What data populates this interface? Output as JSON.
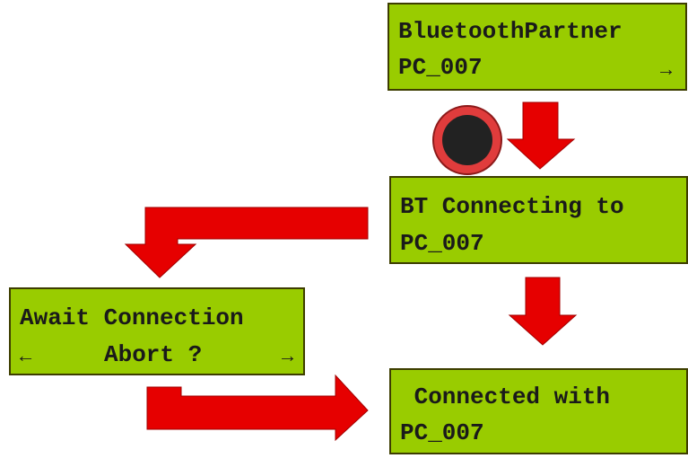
{
  "colors": {
    "lcd_background": "#99cc00",
    "lcd_border": "#3d3d00",
    "arrow_fill": "#e60000",
    "arrow_stroke": "#a00000",
    "button_ring": "#e03c3c",
    "button_core": "#222222"
  },
  "screens": {
    "bluetooth_partner": {
      "line1": "BluetoothPartner",
      "line2": "PC_007",
      "right_arrow": "→"
    },
    "bt_connecting": {
      "line1": "BT Connecting to",
      "line2": "PC_007"
    },
    "await_connection": {
      "line1": "Await Connection",
      "left_arrow": "←",
      "line2": "Abort ?",
      "right_arrow": "→"
    },
    "connected_with": {
      "line1": " Connected with",
      "line2": "PC_007"
    }
  },
  "icons": {
    "select_button": "record-button-icon",
    "flow_arrows": "flow-arrow-icon"
  }
}
